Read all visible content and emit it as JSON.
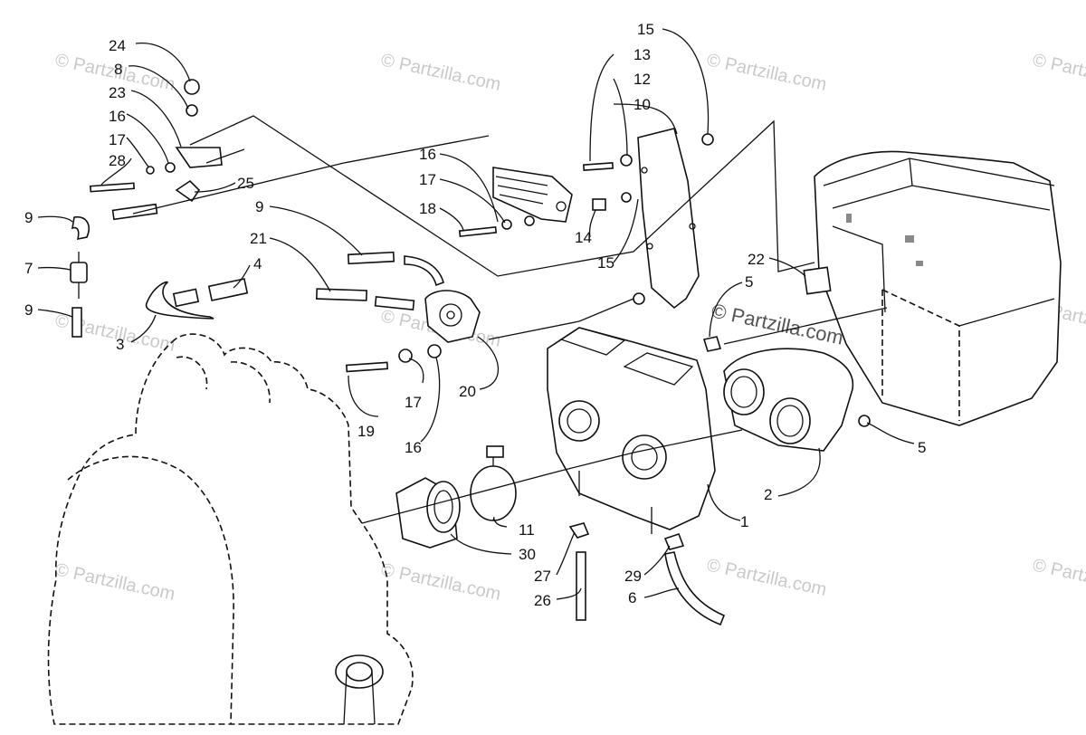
{
  "diagram": {
    "watermark_text": "© Partzilla.com",
    "callouts": [
      {
        "id": "c24",
        "text": "24"
      },
      {
        "id": "c8a",
        "text": "8"
      },
      {
        "id": "c23",
        "text": "23"
      },
      {
        "id": "c16a",
        "text": "16"
      },
      {
        "id": "c17a",
        "text": "17"
      },
      {
        "id": "c28",
        "text": "28"
      },
      {
        "id": "c25",
        "text": "25"
      },
      {
        "id": "c9a",
        "text": "9"
      },
      {
        "id": "c7",
        "text": "7"
      },
      {
        "id": "c9b",
        "text": "9"
      },
      {
        "id": "c3",
        "text": "3"
      },
      {
        "id": "c4",
        "text": "4"
      },
      {
        "id": "c9c",
        "text": "9"
      },
      {
        "id": "c21",
        "text": "21"
      },
      {
        "id": "c16b",
        "text": "16"
      },
      {
        "id": "c17b",
        "text": "17"
      },
      {
        "id": "c18",
        "text": "18"
      },
      {
        "id": "c14",
        "text": "14"
      },
      {
        "id": "c15a",
        "text": "15"
      },
      {
        "id": "c13",
        "text": "13"
      },
      {
        "id": "c12",
        "text": "12"
      },
      {
        "id": "c10",
        "text": "10"
      },
      {
        "id": "c15b",
        "text": "15"
      },
      {
        "id": "c22",
        "text": "22"
      },
      {
        "id": "c5a",
        "text": "5"
      },
      {
        "id": "c5b",
        "text": "5"
      },
      {
        "id": "c17c",
        "text": "17"
      },
      {
        "id": "c19",
        "text": "19"
      },
      {
        "id": "c16c",
        "text": "16"
      },
      {
        "id": "c20",
        "text": "20"
      },
      {
        "id": "c2",
        "text": "2"
      },
      {
        "id": "c1",
        "text": "1"
      },
      {
        "id": "c11",
        "text": "11"
      },
      {
        "id": "c30",
        "text": "30"
      },
      {
        "id": "c27",
        "text": "27"
      },
      {
        "id": "c26",
        "text": "26"
      },
      {
        "id": "c29",
        "text": "29"
      },
      {
        "id": "c6",
        "text": "6"
      }
    ]
  }
}
